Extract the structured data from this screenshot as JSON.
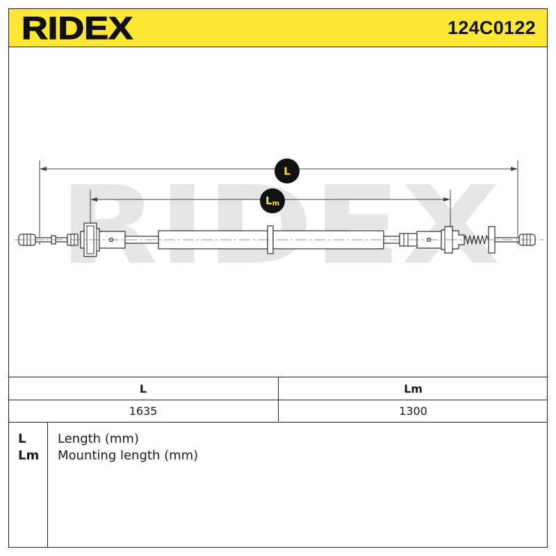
{
  "header": {
    "brand": "RIDEX",
    "part_number": "124C0122"
  },
  "drawing": {
    "watermark": "RIDEX",
    "dimensions": [
      {
        "main": "L"
      },
      {
        "main": "L",
        "sub": "m"
      }
    ]
  },
  "table": {
    "columns": [
      "L",
      "Lm"
    ],
    "rows": [
      [
        "1635",
        "1300"
      ]
    ]
  },
  "legend": [
    {
      "symbol": "L",
      "description": "Length (mm)"
    },
    {
      "symbol": "Lm",
      "description": "Mounting length (mm)"
    }
  ],
  "colors": {
    "band": "#FFE735",
    "ink": "#1A1A1A",
    "marker": "#111111",
    "marker_text": "#FFE735",
    "watermark": "#E6E6E6"
  }
}
